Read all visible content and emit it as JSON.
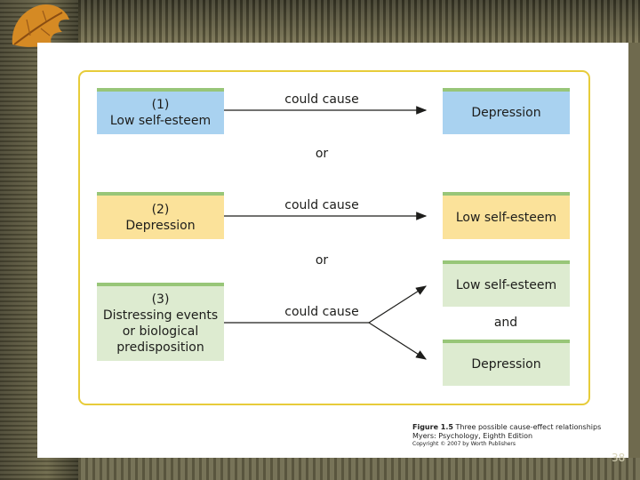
{
  "rows": [
    {
      "cause": "(1)\nLow self-esteem",
      "link": "could cause",
      "effect": "Depression"
    },
    {
      "cause": "(2)\nDepression",
      "link": "could cause",
      "effect": "Low self-esteem"
    },
    {
      "cause": "(3)\nDistressing events\nor biological\npredisposition",
      "link": "could cause",
      "effect_top": "Low self-esteem",
      "conjunction": "and",
      "effect_bottom": "Depression"
    }
  ],
  "separators": [
    "or",
    "or"
  ],
  "caption": {
    "figure_label": "Figure 1.5",
    "figure_title": "Three possible cause-effect relationships",
    "source": "Myers: Psychology, Eighth Edition",
    "copyright": "Copyright © 2007 by Worth Publishers"
  },
  "page_number": "38",
  "colors": {
    "blue": "#a9d2f0",
    "yellow": "#fbe29a",
    "green": "#ddebd0",
    "frame": "#e7cc3a",
    "box_top": "#98c678"
  }
}
